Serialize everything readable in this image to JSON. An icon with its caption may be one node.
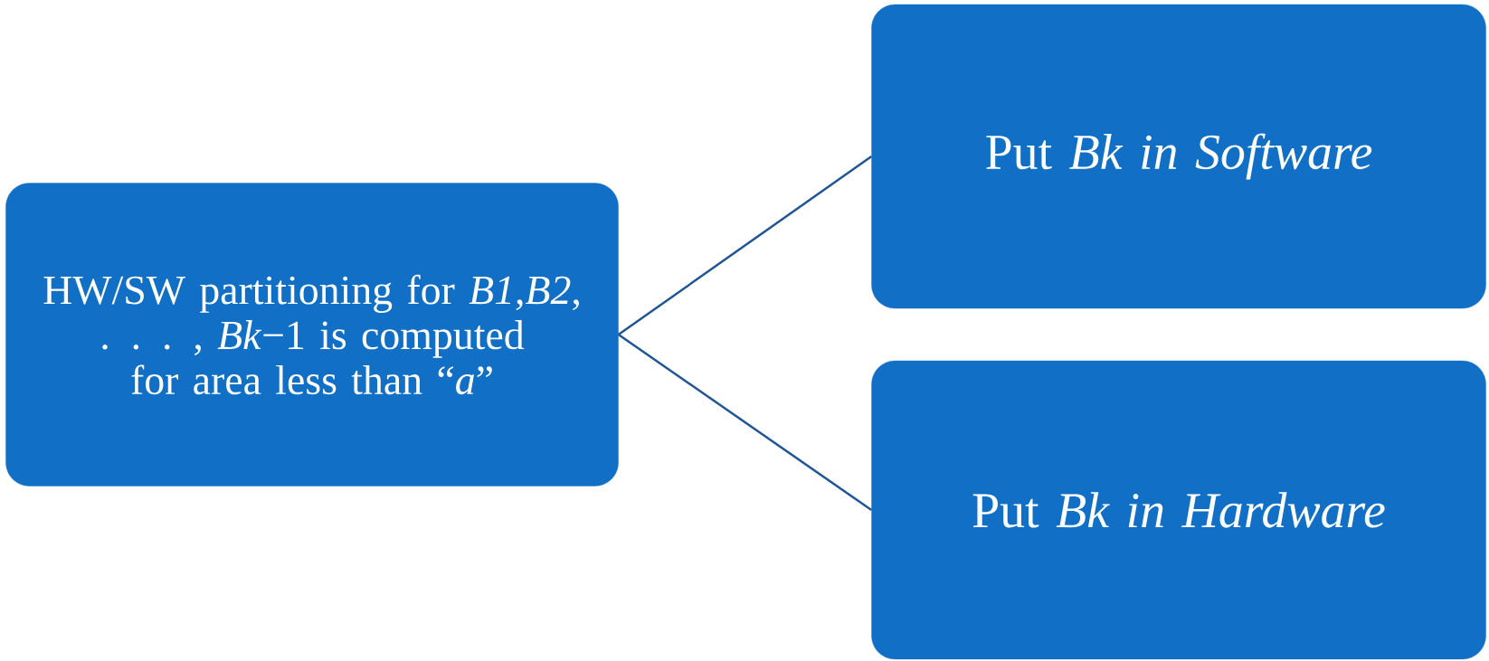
{
  "diagram": {
    "nodes": [
      {
        "text": [
          "HW/SW partitioning for *B1*,*B2*, . . . , *Bk*−1 is computed for   area less than “*a*”"
        ]
      },
      {
        "text": [
          "Put *Bk in Software*"
        ]
      },
      {
        "text": [
          "Put *Bk in Hardware*"
        ]
      }
    ],
    "edges": [
      {
        "from": 0,
        "to": 1,
        "arrow": "none"
      },
      {
        "from": 0,
        "to": 2,
        "arrow": "none"
      }
    ]
  }
}
